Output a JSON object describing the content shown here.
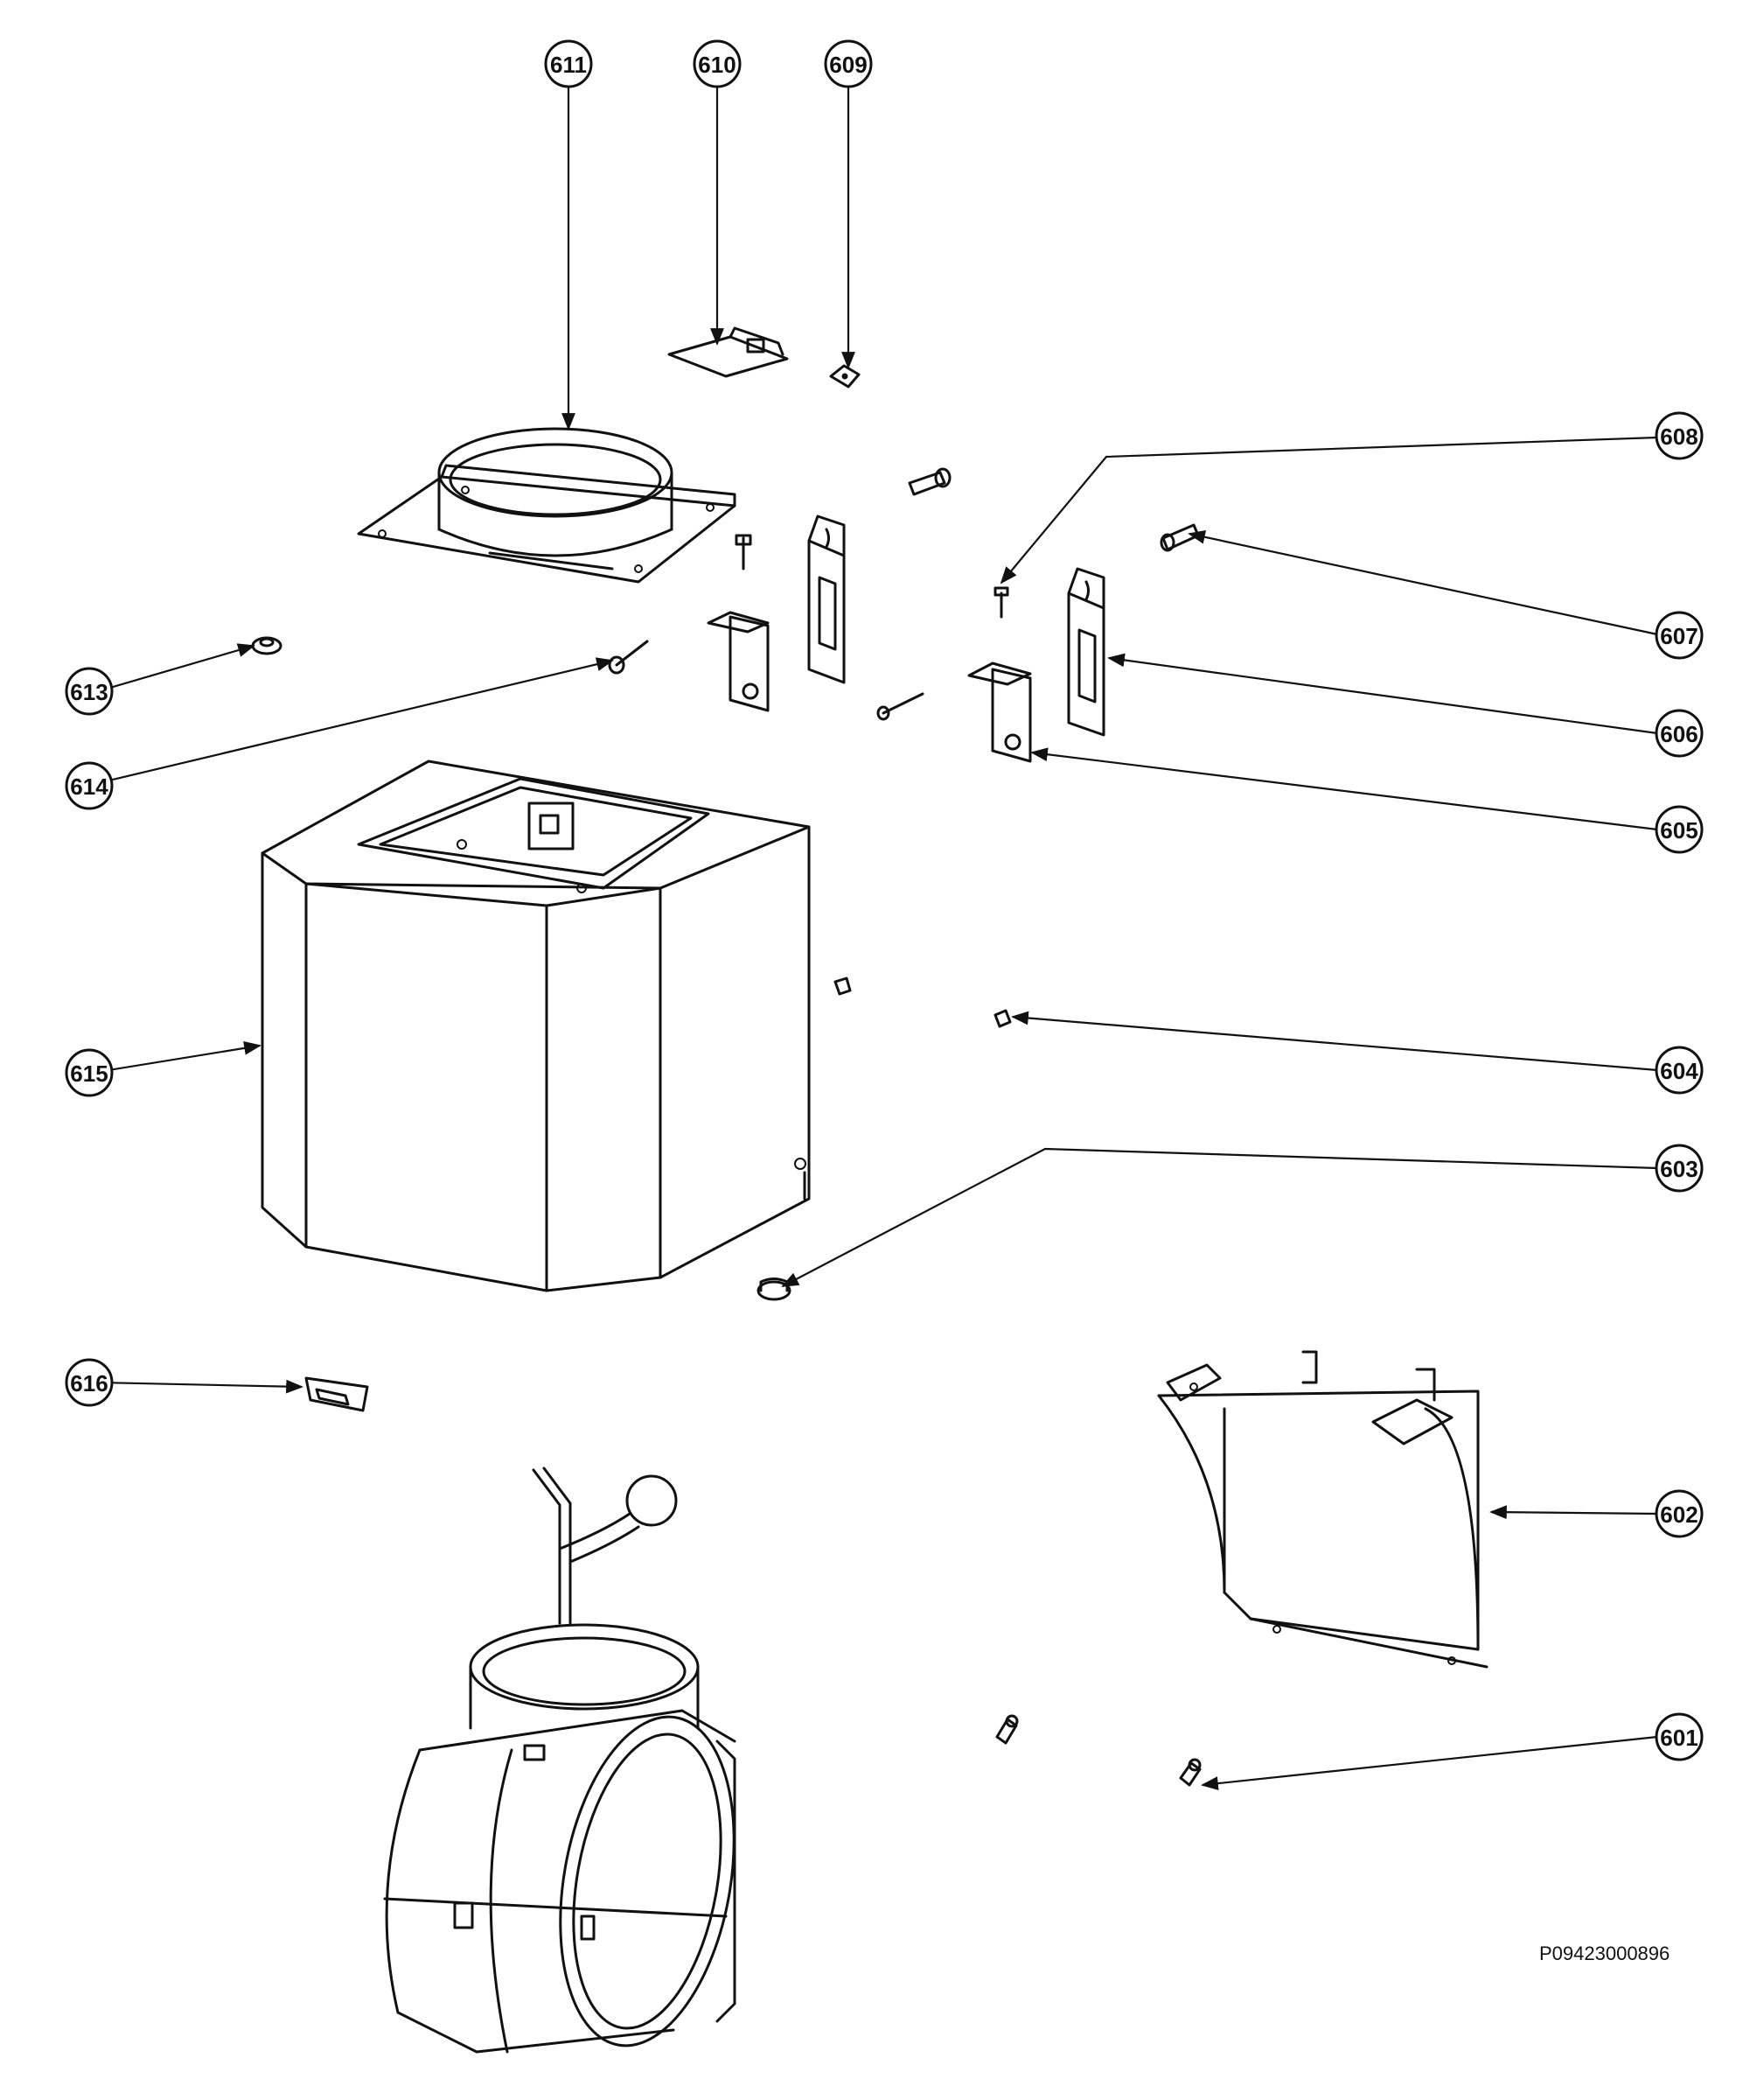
{
  "drawing_code": "P09423000896",
  "callouts": [
    {
      "id": "601",
      "label": "601"
    },
    {
      "id": "602",
      "label": "602"
    },
    {
      "id": "603",
      "label": "603"
    },
    {
      "id": "604",
      "label": "604"
    },
    {
      "id": "605",
      "label": "605"
    },
    {
      "id": "606",
      "label": "606"
    },
    {
      "id": "607",
      "label": "607"
    },
    {
      "id": "608",
      "label": "608"
    },
    {
      "id": "609",
      "label": "609"
    },
    {
      "id": "610",
      "label": "610"
    },
    {
      "id": "611",
      "label": "611"
    },
    {
      "id": "613",
      "label": "613"
    },
    {
      "id": "614",
      "label": "614"
    },
    {
      "id": "615",
      "label": "615"
    },
    {
      "id": "616",
      "label": "616"
    }
  ]
}
